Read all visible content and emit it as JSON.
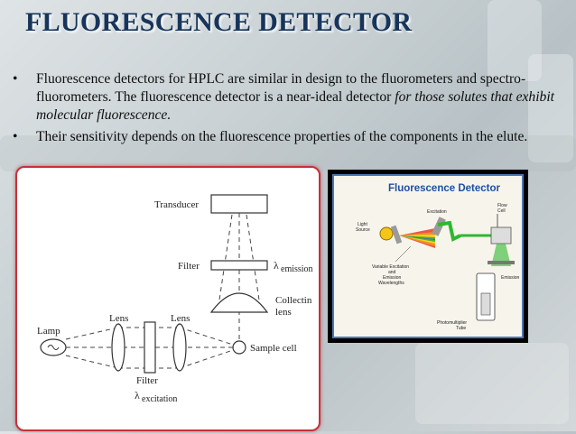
{
  "slide": {
    "title": "FLUORESCENCE  DETECTOR",
    "bullets": [
      {
        "bullet": "•",
        "text_normal": "Fluorescence detectors for HPLC are similar in design to the fluorometers and spectro-fluorometers. The fluorescence detector is a near-ideal detector ",
        "text_italic": "for those solutes that exhibit molecular fluorescence."
      },
      {
        "bullet": "•",
        "text_normal": "Their sensitivity depends on the fluorescence properties of the components in the elute.",
        "text_italic": ""
      }
    ]
  },
  "left_diagram": {
    "transducer": "Transducer",
    "filter_top": "Filter",
    "lambda": "λ",
    "emission_sub": "emission",
    "collecting": "Collectin",
    "lens_right": "lens",
    "lamp": "Lamp",
    "lens1": "Lens",
    "lens2": "Lens",
    "sample_cell": "Sample cell",
    "filter_bottom": "Filter",
    "excitation_sub": "excitation"
  },
  "right_diagram": {
    "title": "Fluorescence  Detector",
    "excitation": "Excitation",
    "flow_cell_1": "Flow",
    "flow_cell_2": "Cell",
    "light_source_1": "Light",
    "light_source_2": "Source",
    "variable_1": "Variable Excitation",
    "variable_2": "and",
    "variable_3": "Emission",
    "variable_4": "Wavelengths",
    "emission": "Emission",
    "pm_1": "Photomultiplier",
    "pm_2": "Tube"
  },
  "colors": {
    "title": "#17355b",
    "panel_border": "#c8303a",
    "diagram_title": "#1f4fa3",
    "beam_green": "#2eb82e"
  }
}
